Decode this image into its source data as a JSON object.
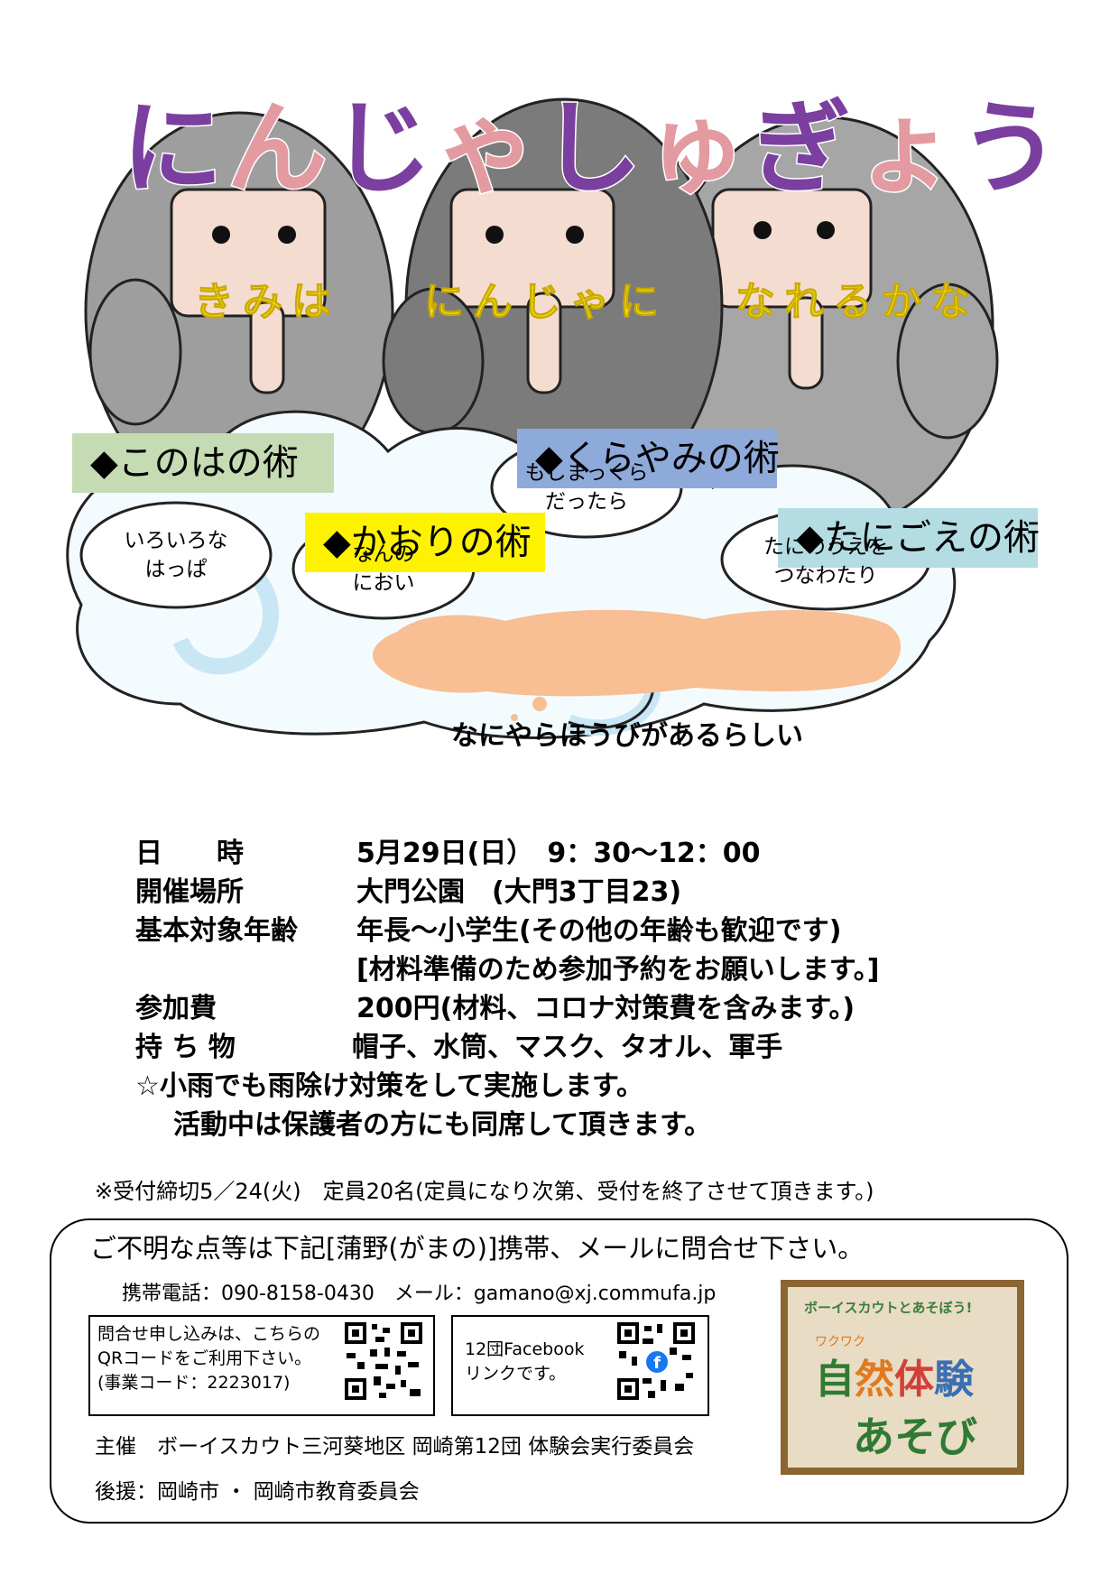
{
  "title": "にんじゃしゅぎょう",
  "title_colors": [
    "#7b3fa0",
    "#e39aa0",
    "#7b3fa0",
    "#e39aa0",
    "#7b3fa0",
    "#e39aa0",
    "#7b3fa0",
    "#e39aa0",
    "#7b3fa0"
  ],
  "subtitle": {
    "part1": "きみは",
    "part2": "にんじゃに",
    "part3": "なれるかな"
  },
  "techniques": [
    {
      "label": "◆このはの術",
      "color": "#c5dbb3"
    },
    {
      "label": "◆くらやみの術",
      "color": "#8eaadb"
    },
    {
      "label": "◆かおりの術",
      "color": "#fff200"
    },
    {
      "label": "◆たにごえの術",
      "color": "#b4dde3"
    }
  ],
  "bubbles": {
    "b1": [
      "いろいろな",
      "はっぱ"
    ],
    "b2": [
      "もしまっくら",
      "だったら"
    ],
    "b3": [
      "なんの",
      "におい"
    ],
    "b4": [
      "たにのうえを",
      "つなわたり"
    ]
  },
  "reward": "なにやらほうびがあるらしい",
  "info": {
    "date_label": "日　　時",
    "date_value": "5月29日(日）　9：30～12：00",
    "place_label": "開催場所",
    "place_value": "大門公園　(大門3丁目23)",
    "age_label": "基本対象年齢",
    "age_value": "年長～小学生(その他の年齢も歓迎です)",
    "age_note": "[材料準備のため参加予約をお願いします。]",
    "fee_label": "参加費",
    "fee_value": "200円(材料、コロナ対策費を含みます。)",
    "items_label": "持 ち 物",
    "items_value": "帽子、水筒、マスク、タオル、軍手",
    "note1": "☆小雨でも雨除け対策をして実施します。",
    "note2": "活動中は保護者の方にも同席して頂きます。"
  },
  "deadline": "※受付締切5／24(火)　定員20名(定員になり次第、受付を終了させて頂きます。)",
  "contact": {
    "heading": "ご不明な点等は下記[蒲野(がまの)]携帯、メールに問合せ下さい。",
    "phone_line": "携帯電話：090-8158-0430　メール：gamano@xj.commufa.jp",
    "qr1_lines": [
      "問合せ申し込みは、こちらの",
      "QRコードをご利用下さい。",
      "(事業コード：2223017)"
    ],
    "qr2_lines": [
      "12団Facebook",
      "リンクです。"
    ],
    "organizer": "主催　ボーイスカウト三河葵地区 岡崎第12団 体験会実行委員会",
    "support": "後援：岡崎市 ・ 岡崎市教育委員会"
  },
  "logo": {
    "top": "ボーイスカウトとあそぼう!",
    "small": "ワクワク",
    "main": "自然体験",
    "bottom": "あそび"
  }
}
